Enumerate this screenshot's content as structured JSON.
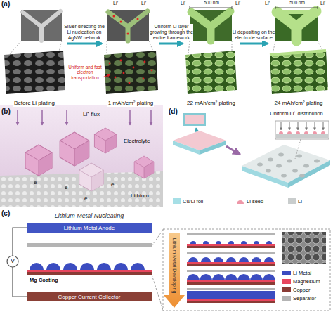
{
  "diagram": {
    "nodes": [
      {
        "text": [
          "Before Li plating"
        ]
      },
      {
        "text": [
          "1 mAh/cm² plating"
        ]
      },
      {
        "text": [
          "22 mAh/cm² plating"
        ]
      },
      {
        "text": [
          "24 mAh/cm² plating"
        ]
      },
      {
        "text": [
          "Lithium Metal Anode"
        ]
      },
      {
        "text": [
          "Copper Current Collector"
        ]
      }
    ],
    "edges": [
      {
        "from": 0,
        "to": 1,
        "arrow": "to",
        "label": "Silver directing the Li nucleation on AgNW network"
      },
      {
        "from": 1,
        "to": 2,
        "arrow": "to",
        "label": "Uniform Li layer growing through the entire framework"
      },
      {
        "from": 2,
        "to": 3,
        "arrow": "to",
        "label": "Li depositing on the electrode surface"
      }
    ],
    "labels": [
      "(a)",
      "Li⁺",
      "Li⁺",
      "Li⁺",
      "Li⁺",
      "Li⁺",
      "Li⁺",
      "Uniform and fast electron transportation",
      "500 nm",
      "500 nm",
      "(b)",
      "Li⁺ flux",
      "Electrolyte",
      "e⁻",
      "e⁻",
      "e⁻",
      "e⁻",
      "Lithium",
      "(d)",
      "Uniform Li⁺ distribution",
      "(c)",
      "Lithium Metal Nucleating",
      "V",
      "Mg Coating",
      "Lithium Metal Developing"
    ],
    "legend": [
      {
        "text": "Li Metal",
        "color": "#3b4cc0"
      },
      {
        "text": "Magnesium",
        "color": "#e8465e"
      },
      {
        "text": "Copper",
        "color": "#8a3b35"
      },
      {
        "text": "Separator",
        "color": "#b4b4b4"
      },
      {
        "text": "Cu/Li foil",
        "color": "#a6dfe6"
      },
      {
        "text": "Li seed"
      },
      {
        "text": "Li",
        "color": "#c9cdcd"
      }
    ]
  }
}
